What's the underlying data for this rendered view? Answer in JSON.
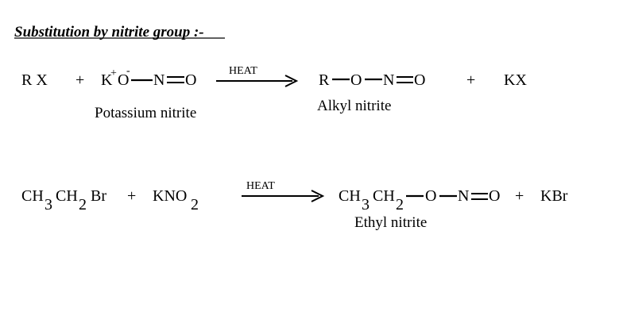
{
  "title": "Substitution by nitrite group :-",
  "reaction1": {
    "reactant1": "R X",
    "plus1": "+",
    "k": "K",
    "k_charge": "+",
    "o1": "O",
    "o1_charge": "-",
    "n": "N",
    "o2": "O",
    "reagent_name": "Potassium nitrite",
    "condition": "HEAT",
    "p_r": "R",
    "p_o1": "O",
    "p_n": "N",
    "p_o2": "O",
    "product_name": "Alkyl nitrite",
    "plus2": "+",
    "byproduct": "KX"
  },
  "reaction2": {
    "ch3": "CH",
    "sub3": "3",
    "ch2": "CH",
    "sub2": "2",
    "br": "Br",
    "plus1": "+",
    "kno": "KNO",
    "kno_sub": "2",
    "condition": "HEAT",
    "p_ch3": "CH",
    "p_sub3": "3",
    "p_ch2": "CH",
    "p_sub2": "2",
    "p_o1": "O",
    "p_n": "N",
    "p_o2": "O",
    "plus2": "+",
    "byproduct": "KBr",
    "product_name": "Ethyl nitrite"
  }
}
